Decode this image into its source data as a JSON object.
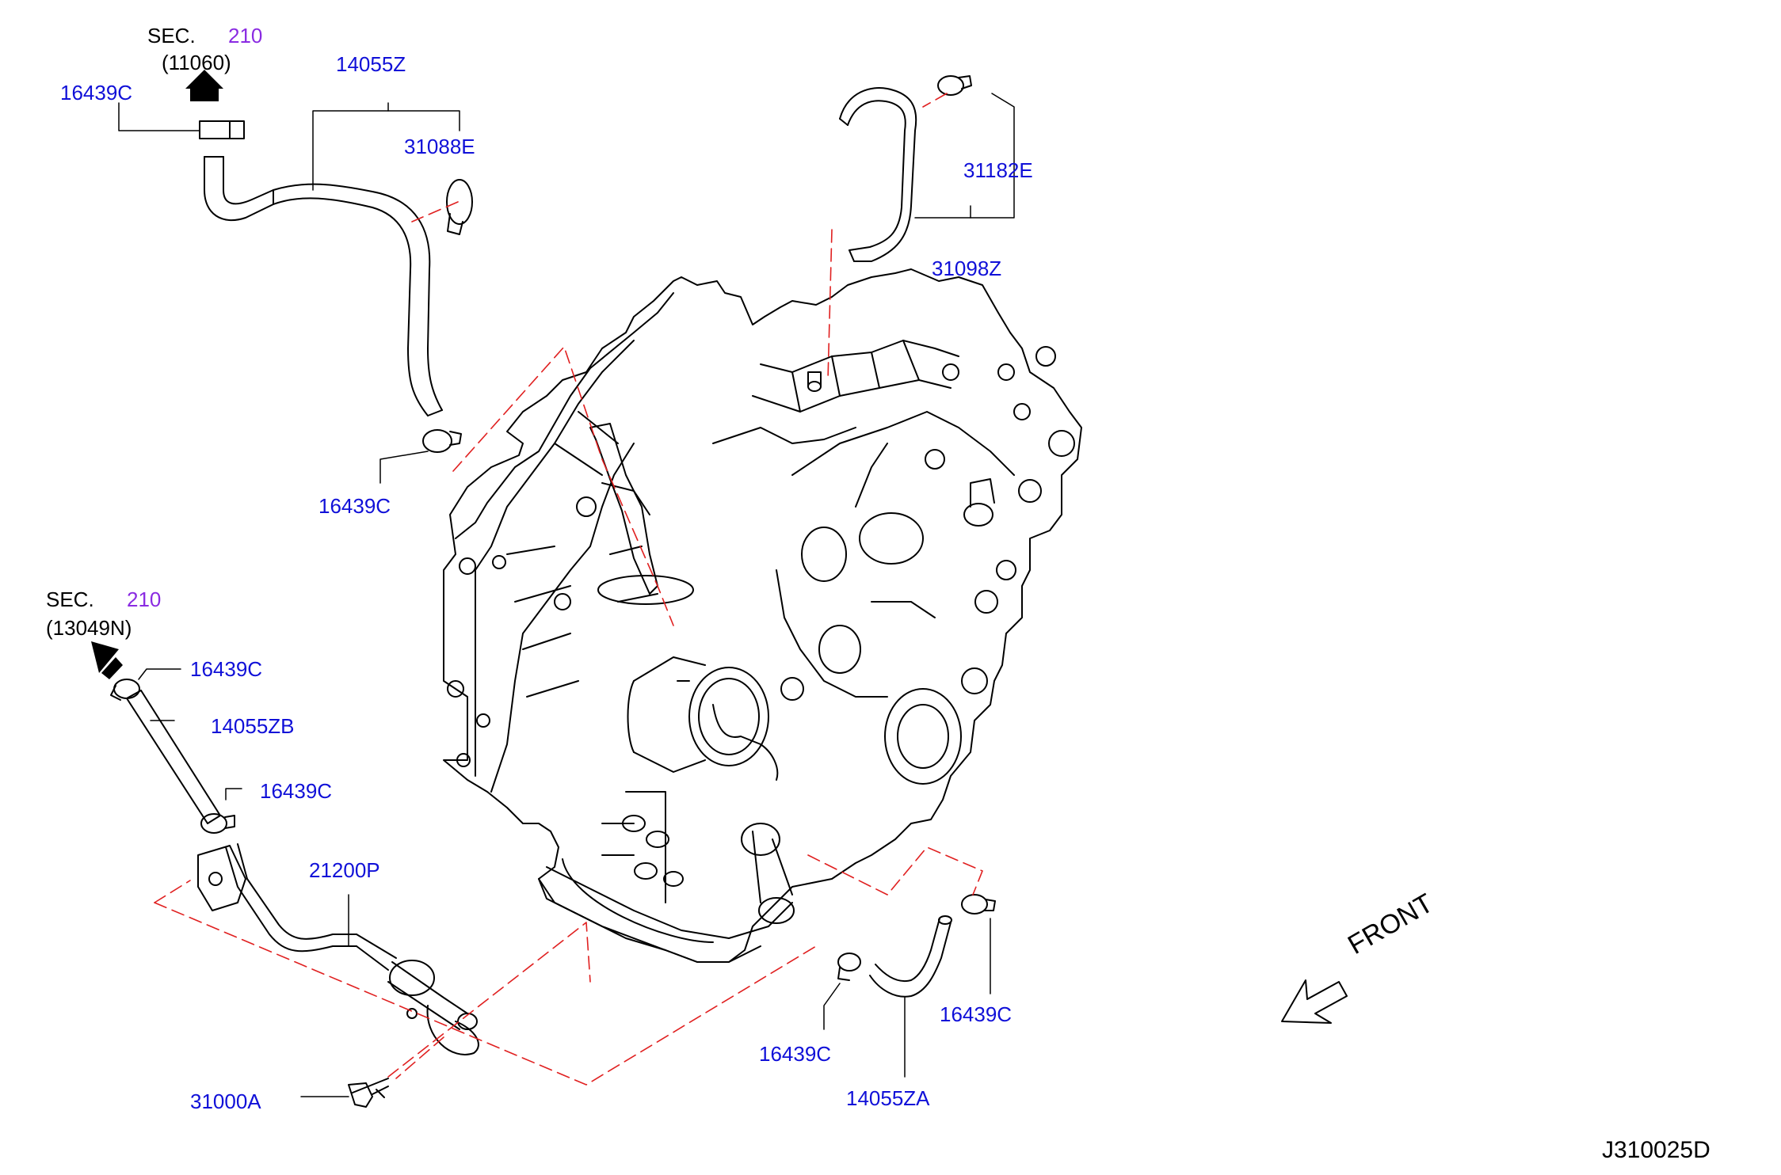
{
  "sections": [
    {
      "label": "SEC.",
      "number": "210",
      "ref": "(11060)"
    },
    {
      "label": "SEC.",
      "number": "210",
      "ref": "(13049N)"
    }
  ],
  "parts": {
    "p_16439c_top": "16439C",
    "p_14055z": "14055Z",
    "p_31088e": "31088E",
    "p_31182e": "31182E",
    "p_31098z": "31098Z",
    "p_16439c_mid": "16439C",
    "p_16439c_left1": "16439C",
    "p_14055zb": "14055ZB",
    "p_16439c_left2": "16439C",
    "p_21200p": "21200P",
    "p_31000a": "31000A",
    "p_16439c_bot": "16439C",
    "p_14055za": "14055ZA",
    "p_16439c_right": "16439C"
  },
  "front_label": "FRONT",
  "diagram_code": "J310025D",
  "colors": {
    "part_number": "#1010d8",
    "section_number": "#8a2be2",
    "phantom_line": "#e02020",
    "outline": "#000000"
  }
}
